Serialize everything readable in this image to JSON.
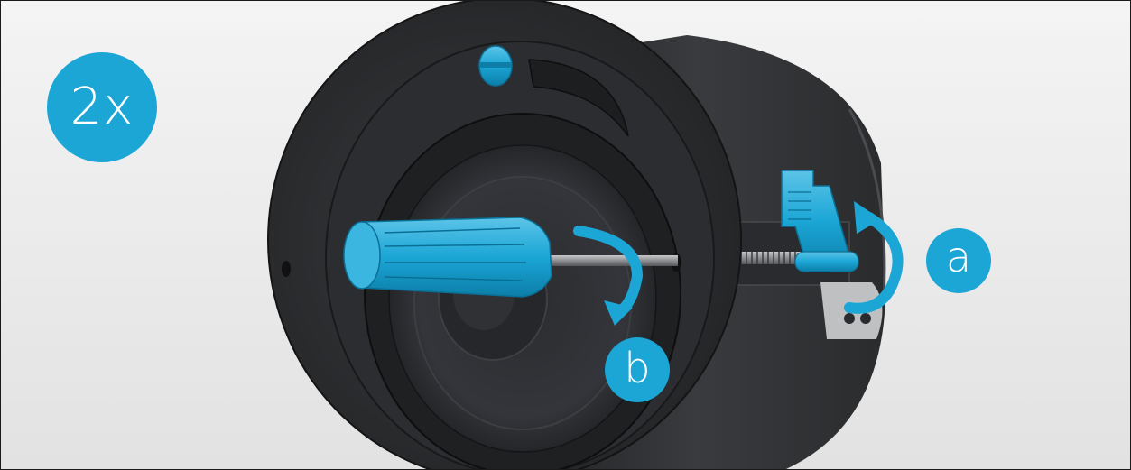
{
  "colors": {
    "accent": "#1ba6d6",
    "speaker_body": "#2f3033",
    "background": "#efefef"
  },
  "badges": {
    "count": "2x",
    "step_a": "a",
    "step_b": "b"
  },
  "icons": {
    "screwdriver": "screwdriver-icon",
    "rotate_a": "clockwise-arrow-icon",
    "rotate_b": "clockwise-arrow-icon"
  }
}
